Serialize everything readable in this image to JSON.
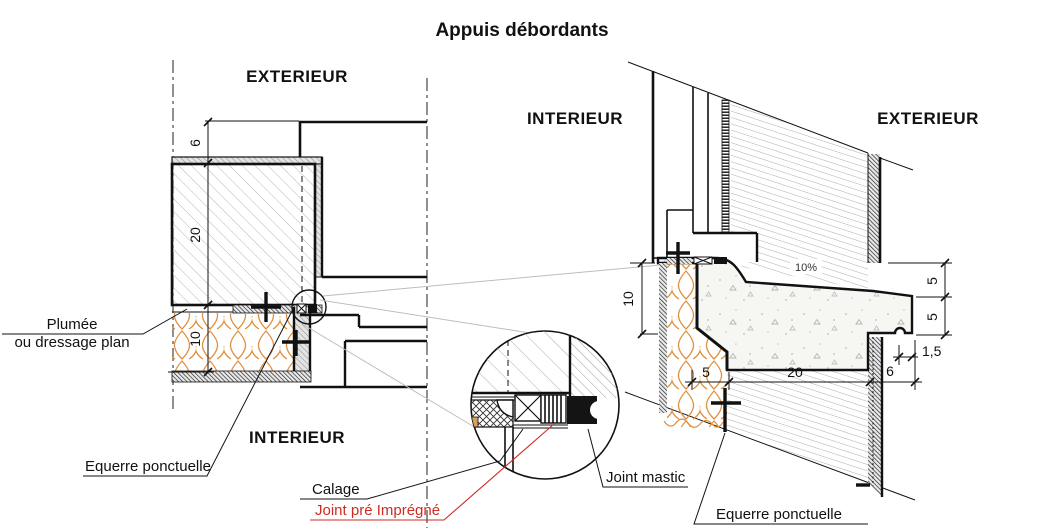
{
  "title": "Appuis débordants",
  "colors": {
    "line": "#111111",
    "hatch_gray": "#b4b4b4",
    "insulation_orange": "#e0913f",
    "annotation_red": "#cf2b24"
  },
  "left_view": {
    "zone_top": "EXTERIEUR",
    "zone_bottom": "INTERIEUR",
    "labels": {
      "plumee_line1": "Plumée",
      "plumee_line2": "ou dressage plan",
      "equerre": "Equerre ponctuelle"
    },
    "dims": {
      "d6": "6",
      "d20": "20",
      "d10": "10"
    }
  },
  "detail_view": {
    "labels": {
      "calage": "Calage",
      "joint_pre": "Joint pré Imprégné",
      "joint_mastic": "Joint mastic"
    }
  },
  "right_view": {
    "zone_left": "INTERIEUR",
    "zone_right": "EXTERIEUR",
    "labels": {
      "equerre": "Equerre ponctuelle",
      "slope": "10%"
    },
    "dims": {
      "d10": "10",
      "d5_bottom": "5",
      "d20": "20",
      "d6": "6",
      "d1_5": "1,5",
      "d5_top": "5",
      "d5_mid": "5"
    }
  }
}
